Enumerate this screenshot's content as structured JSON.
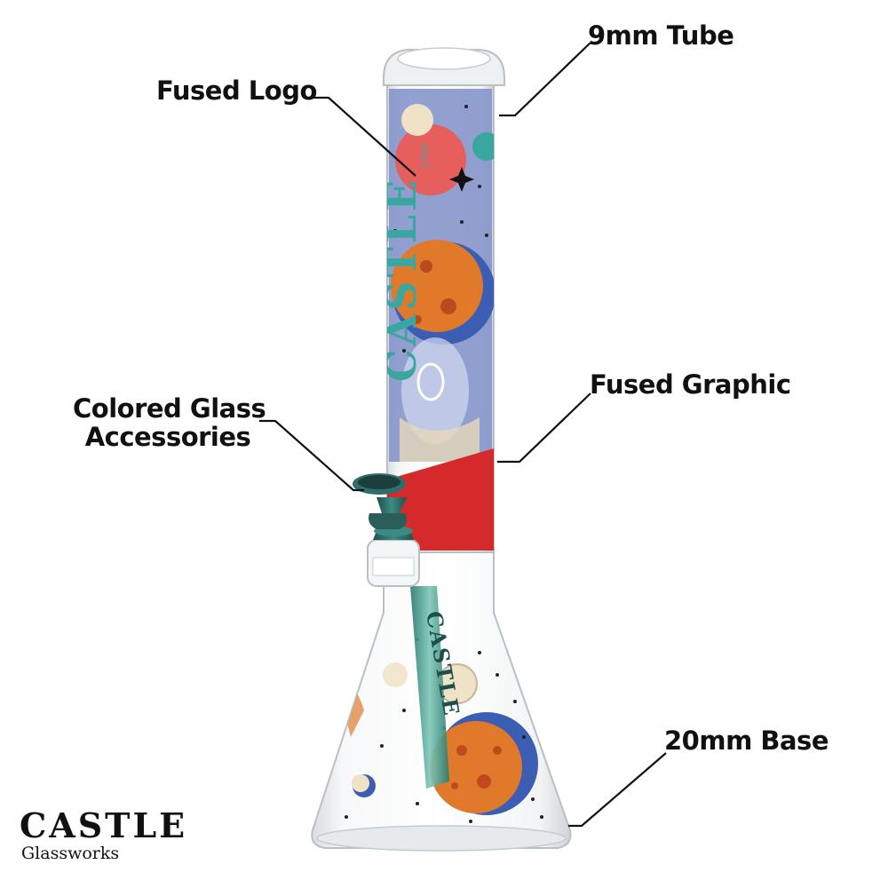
{
  "callouts": {
    "tube": "9mm Tube",
    "logo": "Fused Logo",
    "graphic": "Fused Graphic",
    "accessories_line1": "Colored Glass",
    "accessories_line2": "Accessories",
    "base": "20mm Base"
  },
  "brand": {
    "name": "CASTLE",
    "subtitle": "Glassworks"
  },
  "product_text": {
    "tube_logo": "CASTLE",
    "tube_logo_small": "1703",
    "downstem_logo": "CASTLE"
  },
  "colors": {
    "graphic_red": "#d42a2b",
    "accessory_teal": "#2d6f6a",
    "planet_orange": "#e07a2a",
    "planet_blue": "#3b5db3",
    "logo_teal": "#3aa6a0"
  },
  "icons": [
    "leader-line",
    "planet-graphic",
    "star-speck"
  ]
}
